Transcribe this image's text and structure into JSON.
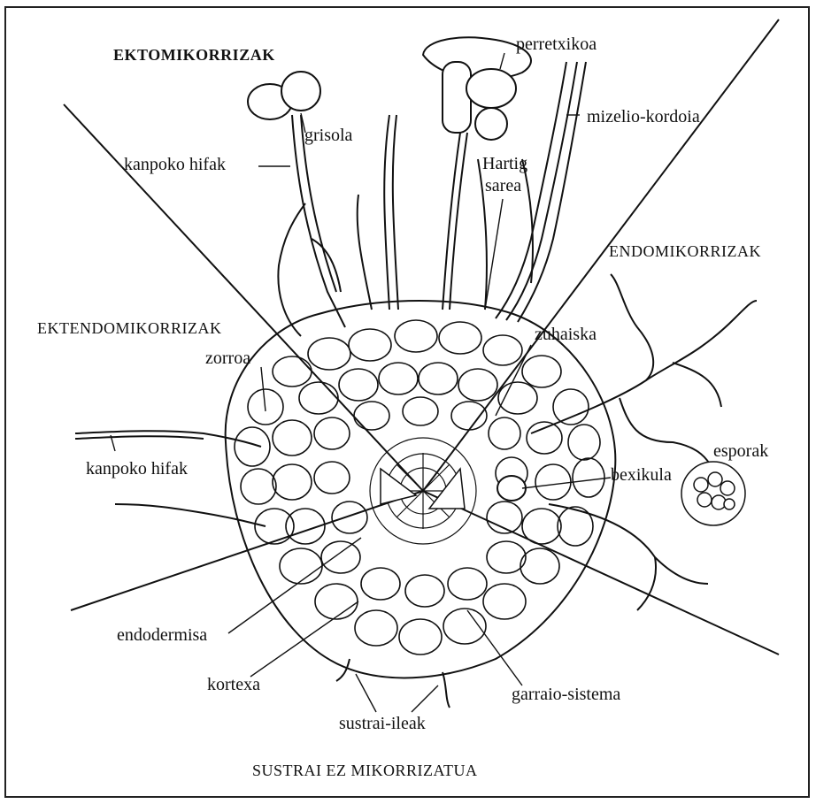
{
  "sections": {
    "ecto": "EKTOMIKORRIZAK",
    "endo": "ENDOMIKORRIZAK",
    "ectendo": "EKTENDOMIKORRIZAK",
    "non": "SUSTRAI EZ MIKORRIZATUA"
  },
  "labels": {
    "grisola": "grisola",
    "perretxikoa": "perretxikoa",
    "mizelio": "mizelio-kordoia",
    "kanpoko_top": "kanpoko hifak",
    "hartig_1": "Hartig",
    "hartig_2": "sarea",
    "zuhaiska": "zuhaiska",
    "zorroa": "zorroa",
    "kanpoko_left": "kanpoko hifak",
    "esporak": "esporak",
    "bexikula": "bexikula",
    "endodermisa": "endodermisa",
    "kortexa": "kortexa",
    "garraio": "garraio-sistema",
    "sustrai_ileak": "sustrai-ileak"
  }
}
